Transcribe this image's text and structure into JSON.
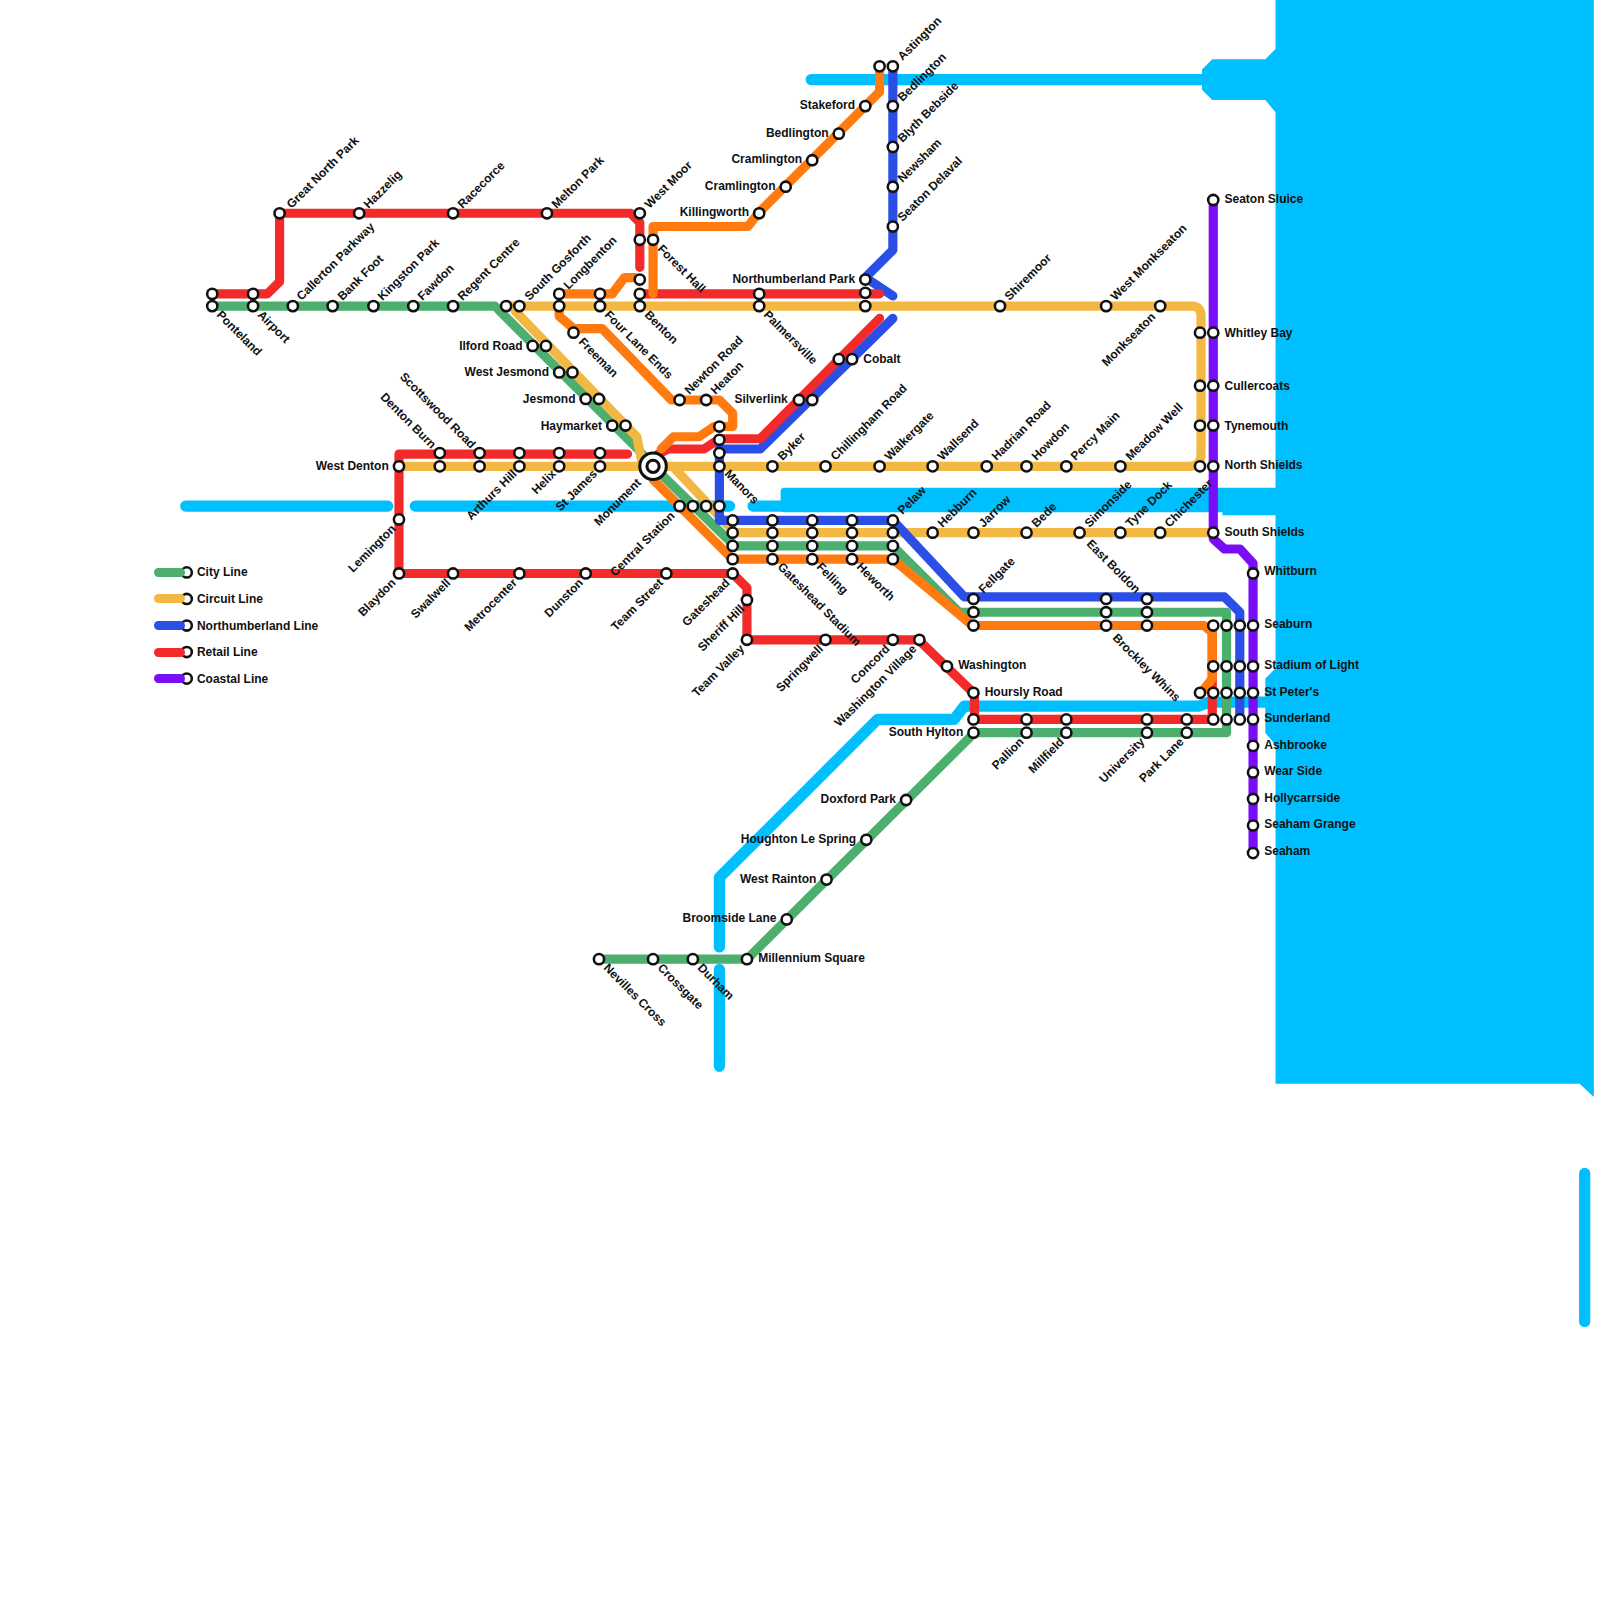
{
  "diagram": {
    "labels": [
      "Great North Park",
      "Hazzelig",
      "Racecorce",
      "Melton Park",
      "West Moor",
      "Callerton Parkway",
      "Bank Foot",
      "Kingston Park",
      "Fawdon",
      "Regent Centre",
      "South Gosforth",
      "Longbenton",
      "Ponteland",
      "Airport",
      "Forest Hall",
      "Four Lane Ends",
      "Benton",
      "Freeman",
      "Ilford Road",
      "West Jesmond",
      "Jesmond",
      "Haymarket",
      "Newton Road",
      "Heaton",
      "Silverlink",
      "Cobalt",
      "Northumberland Park",
      "Palmersville",
      "Killingworth",
      "Cramlington",
      "Cramlington",
      "Bedlington",
      "Stakeford",
      "Astington",
      "Bedlington",
      "Blyth Bebside",
      "Newsham",
      "Seaton Delaval",
      "Shiremoor",
      "West Monkseaton",
      "Monkseaton",
      "Whitley Bay",
      "Cullercoats",
      "Tynemouth",
      "North Shields",
      "Seaton Sluice",
      "Wallsend",
      "Hadrian Road",
      "Howdon",
      "Percy Main",
      "Meadow Well",
      "Walkergate",
      "Chillingham Road",
      "Byker",
      "Manors",
      "Monument",
      "Central Station",
      "Pelaw",
      "Hebburn",
      "Jarrow",
      "Bede",
      "Simonside",
      "Tyne Dock",
      "Chichester",
      "South Shields",
      "East Boldon",
      "Brockley Whins",
      "Scottswood Road",
      "Denton Burn",
      "West Denton",
      "Arthurs Hill",
      "Helix",
      "St James",
      "Lemington",
      "Blaydon",
      "Swalwell",
      "Metrocenter",
      "Dunston",
      "Team Street",
      "Gateshead",
      "Sheriff Hill",
      "Team Valley",
      "Gateshead Stadium",
      "Felling",
      "Heworth",
      "Springwell",
      "Concord",
      "Washington Village",
      "Washington",
      "Hoursly Road",
      "South Hylton",
      "Fellgate",
      "Pallion",
      "Millfield",
      "University",
      "Park Lane",
      "Whitburn",
      "Seaburn",
      "Stadium of Light",
      "St Peter's",
      "Sunderland",
      "Ashbrooke",
      "Wear Side",
      "Hollycarrside",
      "Seaham Grange",
      "Seaham",
      "Doxford Park",
      "Houghton Le Spring",
      "West Rainton",
      "Broomside Lane",
      "Millennium Square",
      "Nevilles Cross",
      "Crossgate",
      "Durham"
    ],
    "legend": [
      {
        "text": "City Line",
        "color": "#4CAF6E"
      },
      {
        "text": "Circuit Line",
        "color": "#F2B843"
      },
      {
        "text": "Northumberland Line",
        "color": "#2B4FE6"
      },
      {
        "text": "Retail Line",
        "color": "#F22A2A"
      },
      {
        "text": "Coastal Line",
        "color": "#7A0DF7"
      }
    ]
  }
}
